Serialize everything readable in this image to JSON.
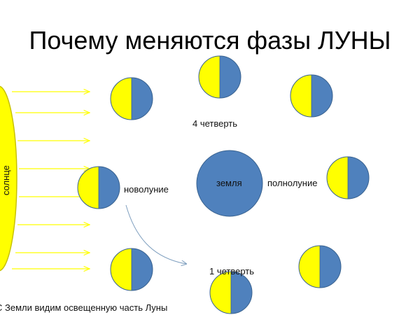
{
  "title": "Почему меняются фазы ЛУНЫ",
  "labels": {
    "sun": "солнце",
    "earth": "земля",
    "new_moon": "новолуние",
    "full_moon": "полнолуние",
    "first_quarter": "1 четверть",
    "fourth_quarter": "4 четверть",
    "caption": "С Земли видим освещенную часть Луны"
  },
  "colors": {
    "sun": "#ffff00",
    "sun_outline": "#c7c100",
    "rays": "#ffff00",
    "moon_lit": "#ffff00",
    "moon_dark": "#4f81bd",
    "moon_outline": "#3a6390",
    "earth": "#4f81bd",
    "earth_outline": "#3a6390",
    "arrow": "#7f9fbf"
  },
  "moons": [
    {
      "id": "moon-new"
    },
    {
      "id": "moon-upper-left"
    },
    {
      "id": "moon-top"
    },
    {
      "id": "moon-upper-right"
    },
    {
      "id": "moon-full"
    },
    {
      "id": "moon-lower-right"
    },
    {
      "id": "moon-bottom"
    },
    {
      "id": "moon-lower-left"
    }
  ]
}
